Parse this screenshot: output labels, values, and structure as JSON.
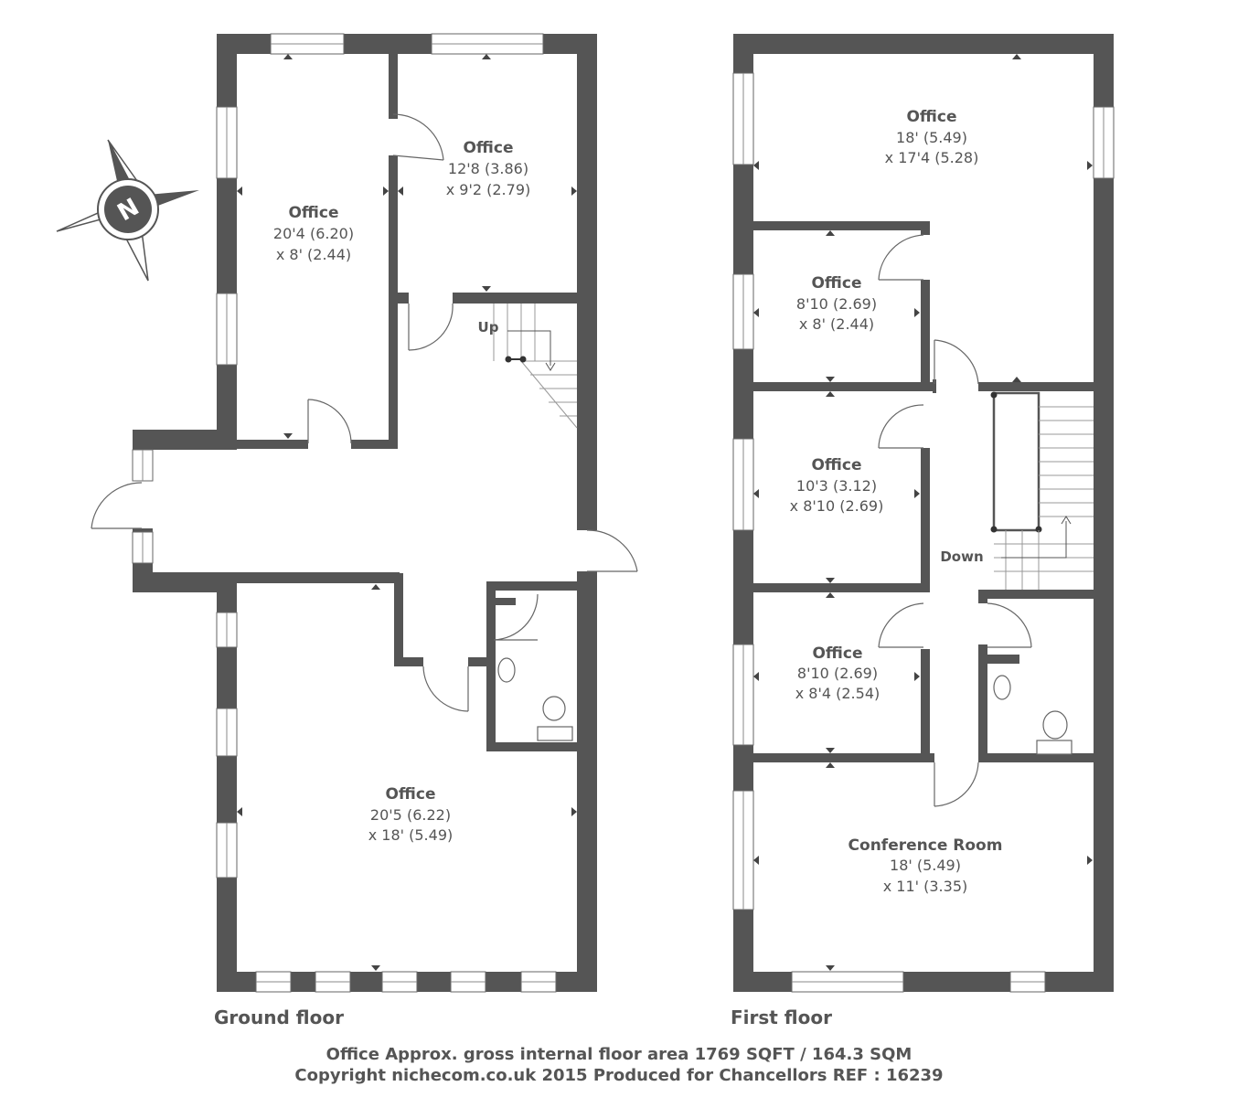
{
  "compass": {
    "letter": "N"
  },
  "ground_floor": {
    "label": "Ground floor",
    "stairs_label": "Up",
    "rooms": [
      {
        "name": "Office",
        "dim1": "20'4 (6.20)",
        "dim2": "x 8' (2.44)"
      },
      {
        "name": "Office",
        "dim1": "12'8 (3.86)",
        "dim2": "x 9'2 (2.79)"
      },
      {
        "name": "Office",
        "dim1": "20'5 (6.22)",
        "dim2": "x 18' (5.49)"
      }
    ]
  },
  "first_floor": {
    "label": "First floor",
    "stairs_label": "Down",
    "rooms": [
      {
        "name": "Office",
        "dim1": "18' (5.49)",
        "dim2": "x 17'4 (5.28)"
      },
      {
        "name": "Office",
        "dim1": "8'10 (2.69)",
        "dim2": "x 8' (2.44)"
      },
      {
        "name": "Office",
        "dim1": "10'3 (3.12)",
        "dim2": "x 8'10 (2.69)"
      },
      {
        "name": "Office",
        "dim1": "8'10 (2.69)",
        "dim2": "x 8'4 (2.54)"
      },
      {
        "name": "Conference Room",
        "dim1": "18' (5.49)",
        "dim2": "x 11' (3.35)"
      }
    ]
  },
  "footer": {
    "line1": "Office Approx. gross internal floor area 1769 SQFT / 164.3 SQM",
    "line2": "Copyright nichecom.co.uk 2015 Produced for Chancellors REF : 16239"
  }
}
